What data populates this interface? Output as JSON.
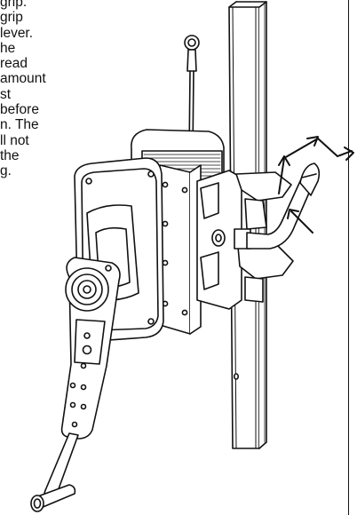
{
  "document": {
    "text_lines": [
      "grip.",
      "grip",
      "lever.",
      "he",
      "read",
      "amount",
      "st",
      "before",
      "n. The",
      "ll not",
      "the",
      "g."
    ]
  },
  "illustration": {
    "icons": [
      "winch-assembly-illustration",
      "crank-handle",
      "vertical-mast",
      "release-lever",
      "direction-arrows",
      "cable-hook"
    ]
  }
}
